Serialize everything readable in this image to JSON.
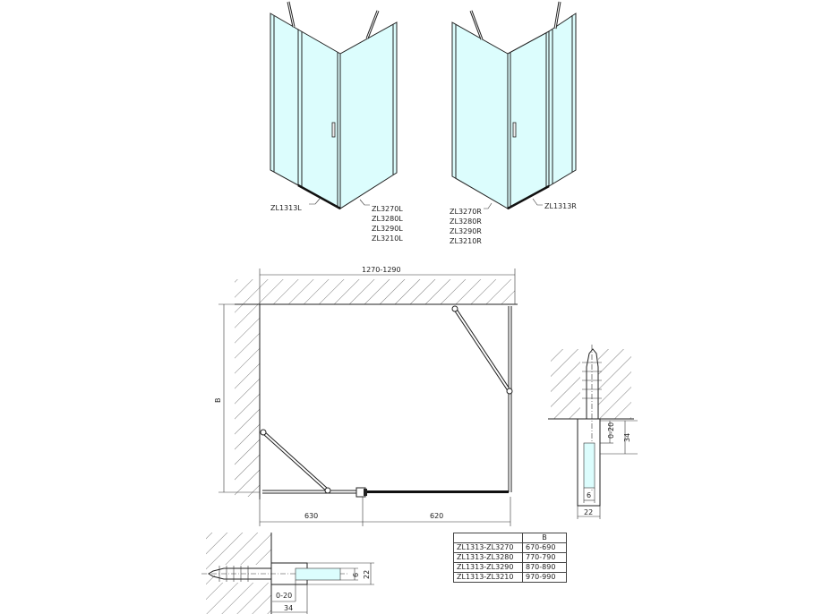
{
  "iso_left": {
    "labels": {
      "door": "ZL1313L",
      "codes": [
        "ZL3270L",
        "ZL3280L",
        "ZL3290L",
        "ZL3210L"
      ]
    }
  },
  "iso_right": {
    "labels": {
      "door": "ZL1313R",
      "codes": [
        "ZL3270R",
        "ZL3280R",
        "ZL3290R",
        "ZL3210R"
      ]
    }
  },
  "plan": {
    "width_dim": "1270-1290",
    "depth_dim": "B",
    "left_dim": "630",
    "right_dim": "620"
  },
  "detail_right": {
    "dims": [
      "0-20",
      "34",
      "6",
      "22"
    ]
  },
  "detail_bottom": {
    "dims": [
      "6",
      "22",
      "0-20",
      "34"
    ]
  },
  "table": {
    "header": [
      "",
      "B"
    ],
    "rows": [
      [
        "ZL1313-ZL3270",
        "670-690"
      ],
      [
        "ZL1313-ZL3280",
        "770-790"
      ],
      [
        "ZL1313-ZL3290",
        "870-890"
      ],
      [
        "ZL1313-ZL3210",
        "970-990"
      ]
    ]
  },
  "colors": {
    "glass": "#dcfdfd",
    "line": "#222222"
  }
}
